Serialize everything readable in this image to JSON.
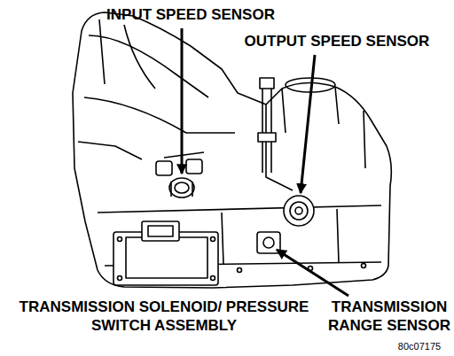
{
  "diagram": {
    "labels": [
      "INPUT SPEED SENSOR",
      "OUTPUT SPEED SENSOR",
      "TRANSMISSION SOLENOID/ PRESSURE SWITCH ASSEMBLY",
      "TRANSMISSION RANGE SENSOR",
      "80c07175"
    ]
  }
}
